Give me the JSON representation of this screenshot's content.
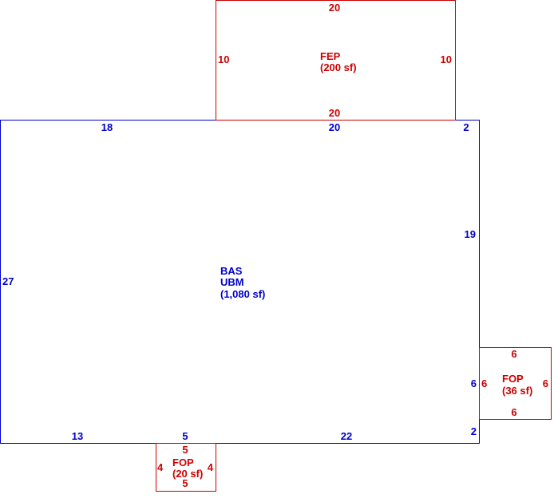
{
  "colors": {
    "main": "#0000cc",
    "addon": "#cc0000",
    "background": "#ffffff"
  },
  "areas": {
    "bas": {
      "code": "BAS",
      "sub": "UBM",
      "area": "(1,080 sf)",
      "dims": {
        "top_left": "18",
        "top_mid": "20",
        "top_right": "2",
        "right_upper": "19",
        "right_lower": "6",
        "bottom_right": "2",
        "bottom_mid": "22",
        "bottom_notch": "5",
        "bottom_left": "13",
        "left": "27"
      }
    },
    "fep": {
      "code": "FEP",
      "area": "(200 sf)",
      "dims": {
        "top": "20",
        "bottom": "20",
        "left": "10",
        "right": "10"
      }
    },
    "fop_right": {
      "code": "FOP",
      "area": "(36 sf)",
      "dims": {
        "top": "6",
        "bottom": "6",
        "left": "6",
        "right": "6"
      }
    },
    "fop_bottom": {
      "code": "FOP",
      "area": "(20 sf)",
      "dims": {
        "top": "5",
        "bottom": "5",
        "left": "4",
        "right": "4"
      }
    }
  }
}
